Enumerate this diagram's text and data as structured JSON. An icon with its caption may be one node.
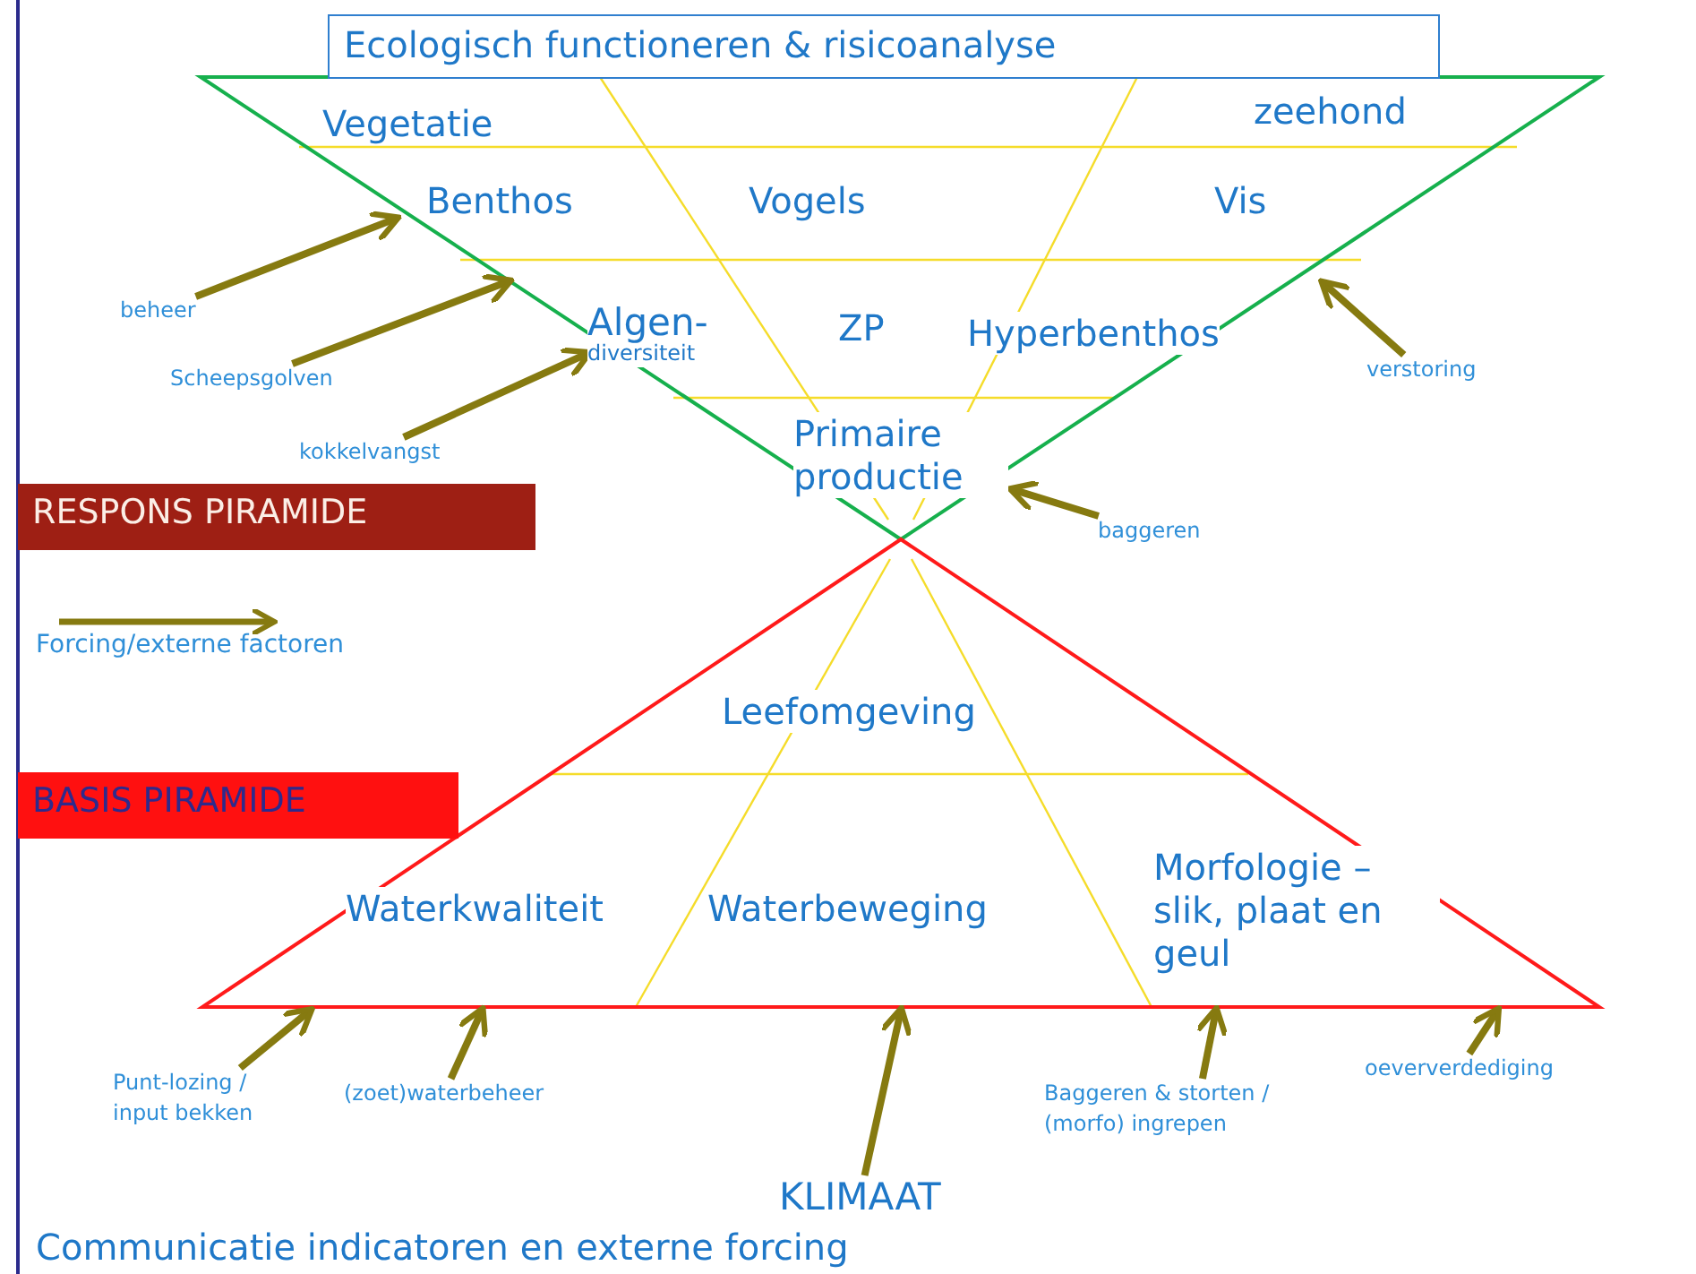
{
  "diagram": {
    "title": "Ecologisch functioneren & risicoanalyse",
    "caption": "Communicatie indicatoren en externe forcing",
    "nodes": [
      {
        "text": [],
        "shape": "triangle"
      },
      {
        "text": [
          "Vegetatie"
        ],
        "in": 0
      },
      {
        "text": [
          "zeehond"
        ],
        "in": 0
      },
      {
        "text": [
          "Benthos"
        ],
        "in": 0
      },
      {
        "text": [
          "Vogels"
        ],
        "in": 0
      },
      {
        "text": [
          "Vis"
        ],
        "in": 0
      },
      {
        "text": [
          "Algen-",
          "diversiteit"
        ],
        "in": 0
      },
      {
        "text": [
          "ZP"
        ],
        "in": 0
      },
      {
        "text": [
          "Hyperbenthos"
        ],
        "in": 0
      },
      {
        "text": [
          "Primaire productie"
        ],
        "in": 0
      },
      {
        "text": [],
        "shape": "triangle"
      },
      {
        "text": [
          "Leefomgeving"
        ],
        "in": 10
      },
      {
        "text": [
          "Waterkwaliteit"
        ],
        "in": 10
      },
      {
        "text": [
          "Waterbeweging"
        ],
        "in": 10
      },
      {
        "text": [
          "Morfologie – slik, plaat en geul"
        ],
        "in": 10
      },
      {
        "text": [
          "beheer"
        ]
      },
      {
        "text": [
          "Scheepsgolven"
        ]
      },
      {
        "text": [
          "kokkelvangst"
        ]
      },
      {
        "text": [
          "verstoring"
        ]
      },
      {
        "text": [
          "baggeren"
        ]
      },
      {
        "text": [
          "Punt-lozing / input bekken"
        ]
      },
      {
        "text": [
          "(zoet)waterbeheer"
        ]
      },
      {
        "text": [
          "KLIMAAT"
        ]
      },
      {
        "text": [
          "Baggeren & storten / (morfo) ingrepen"
        ]
      },
      {
        "text": [
          "oeververdediging"
        ]
      },
      {
        "text": [
          "RESPONS PIRAMIDE"
        ]
      },
      {
        "text": [
          "BASIS PIRAMIDE"
        ]
      }
    ],
    "edges": [
      {
        "from": 15,
        "to": 0,
        "arrow": "to"
      },
      {
        "from": 16,
        "to": 0,
        "arrow": "to"
      },
      {
        "from": 17,
        "to": 6,
        "arrow": "to"
      },
      {
        "from": 18,
        "to": 0,
        "arrow": "to"
      },
      {
        "from": 19,
        "to": 9,
        "arrow": "to"
      },
      {
        "from": 20,
        "to": 10,
        "arrow": "to"
      },
      {
        "from": 21,
        "to": 10,
        "arrow": "to"
      },
      {
        "from": 22,
        "to": 10,
        "arrow": "to"
      },
      {
        "from": 23,
        "to": 10,
        "arrow": "to"
      },
      {
        "from": 24,
        "to": 10,
        "arrow": "to"
      }
    ],
    "legend": [
      {
        "text": "Forcing/externe factoren"
      }
    ]
  }
}
